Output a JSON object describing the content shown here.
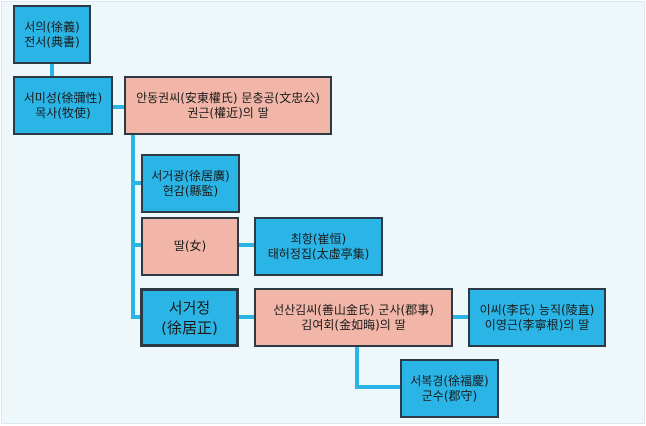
{
  "colors": {
    "male": "#2bb4e6",
    "female": "#f2b6a8",
    "line": "#2bb4e6",
    "background": "#eef8fb"
  },
  "nodes": {
    "seo_ui": {
      "line1": "서의(徐義)",
      "line2": "전서(典書)"
    },
    "seo_miseong": {
      "line1": "서미성(徐彌性)",
      "line2": "목사(牧使)"
    },
    "andong_gwon": {
      "line1": "안동권씨(安東權氏) 문충공(文忠公)",
      "line2": "권근(權近)의 딸"
    },
    "seo_geogwang": {
      "line1": "서거광(徐居廣)",
      "line2": "현감(縣監)"
    },
    "daughter": {
      "line1": "딸(女)"
    },
    "choe_hang": {
      "line1": "최항(崔恒)",
      "line2": "태허정집(太虛亭集)"
    },
    "seo_geojeong": {
      "line1": "서거정",
      "line2": "(徐居正)"
    },
    "seonsan_kim": {
      "line1": "선산김씨(善山金氏) 군사(郡事)",
      "line2": "김여회(金如晦)의 딸"
    },
    "lee_ssi": {
      "line1": "이씨(李氏) 능직(陵直)",
      "line2": "이영근(李寧根)의 딸"
    },
    "seo_bokgyeong": {
      "line1": "서복경(徐福慶)",
      "line2": "군수(郡守)"
    }
  }
}
